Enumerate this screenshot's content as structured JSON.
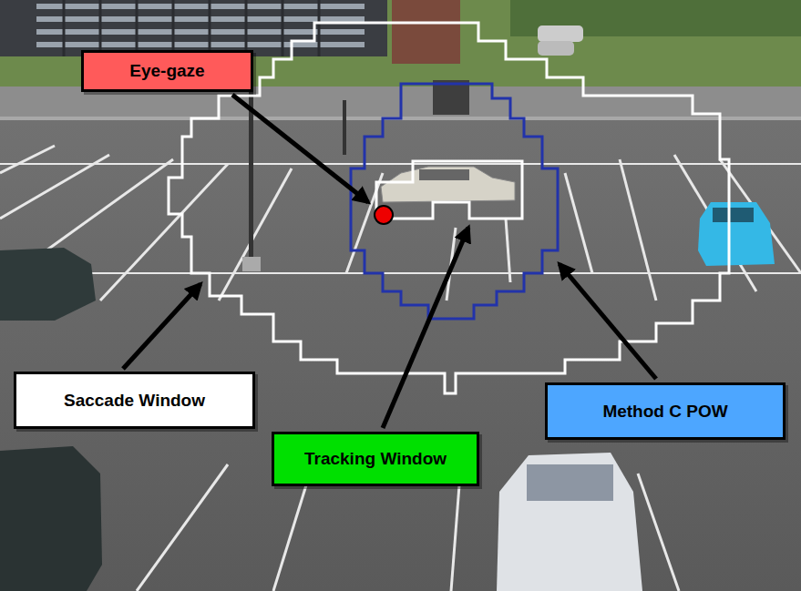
{
  "diagram": {
    "nodes": [
      {
        "text": [
          "Eye-gaze"
        ]
      },
      {
        "text": [
          "Saccade Window"
        ]
      },
      {
        "text": [
          "Tracking Window"
        ]
      },
      {
        "text": [
          "Method C POW"
        ]
      }
    ]
  }
}
